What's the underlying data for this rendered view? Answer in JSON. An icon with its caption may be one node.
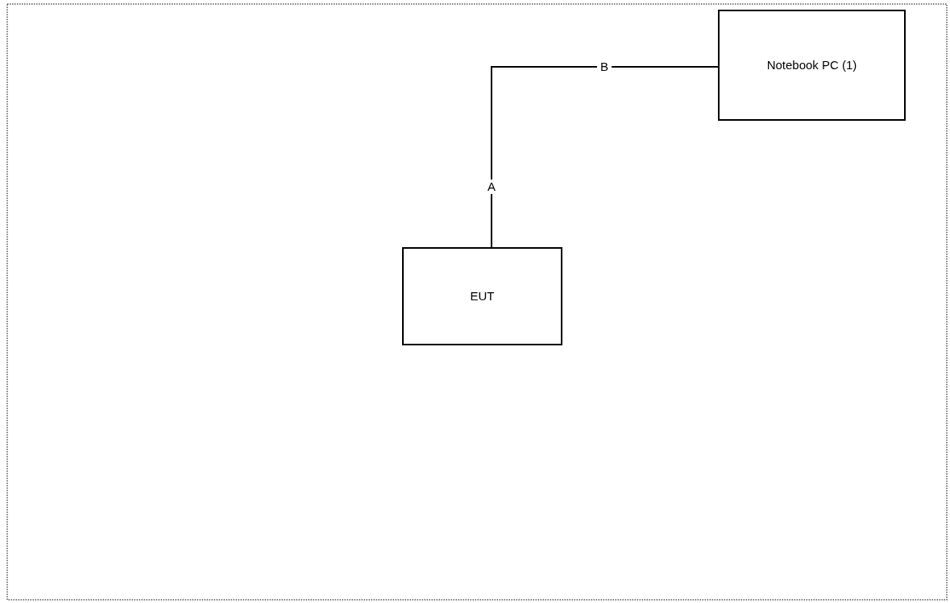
{
  "diagram": {
    "nodes": [
      {
        "text": [
          "Notebook PC (1)"
        ]
      },
      {
        "text": [
          "EUT"
        ]
      }
    ],
    "edges": [
      {
        "from": 1,
        "to": 0,
        "arrow": "none",
        "label": "A"
      }
    ],
    "labels": [
      "B"
    ]
  }
}
